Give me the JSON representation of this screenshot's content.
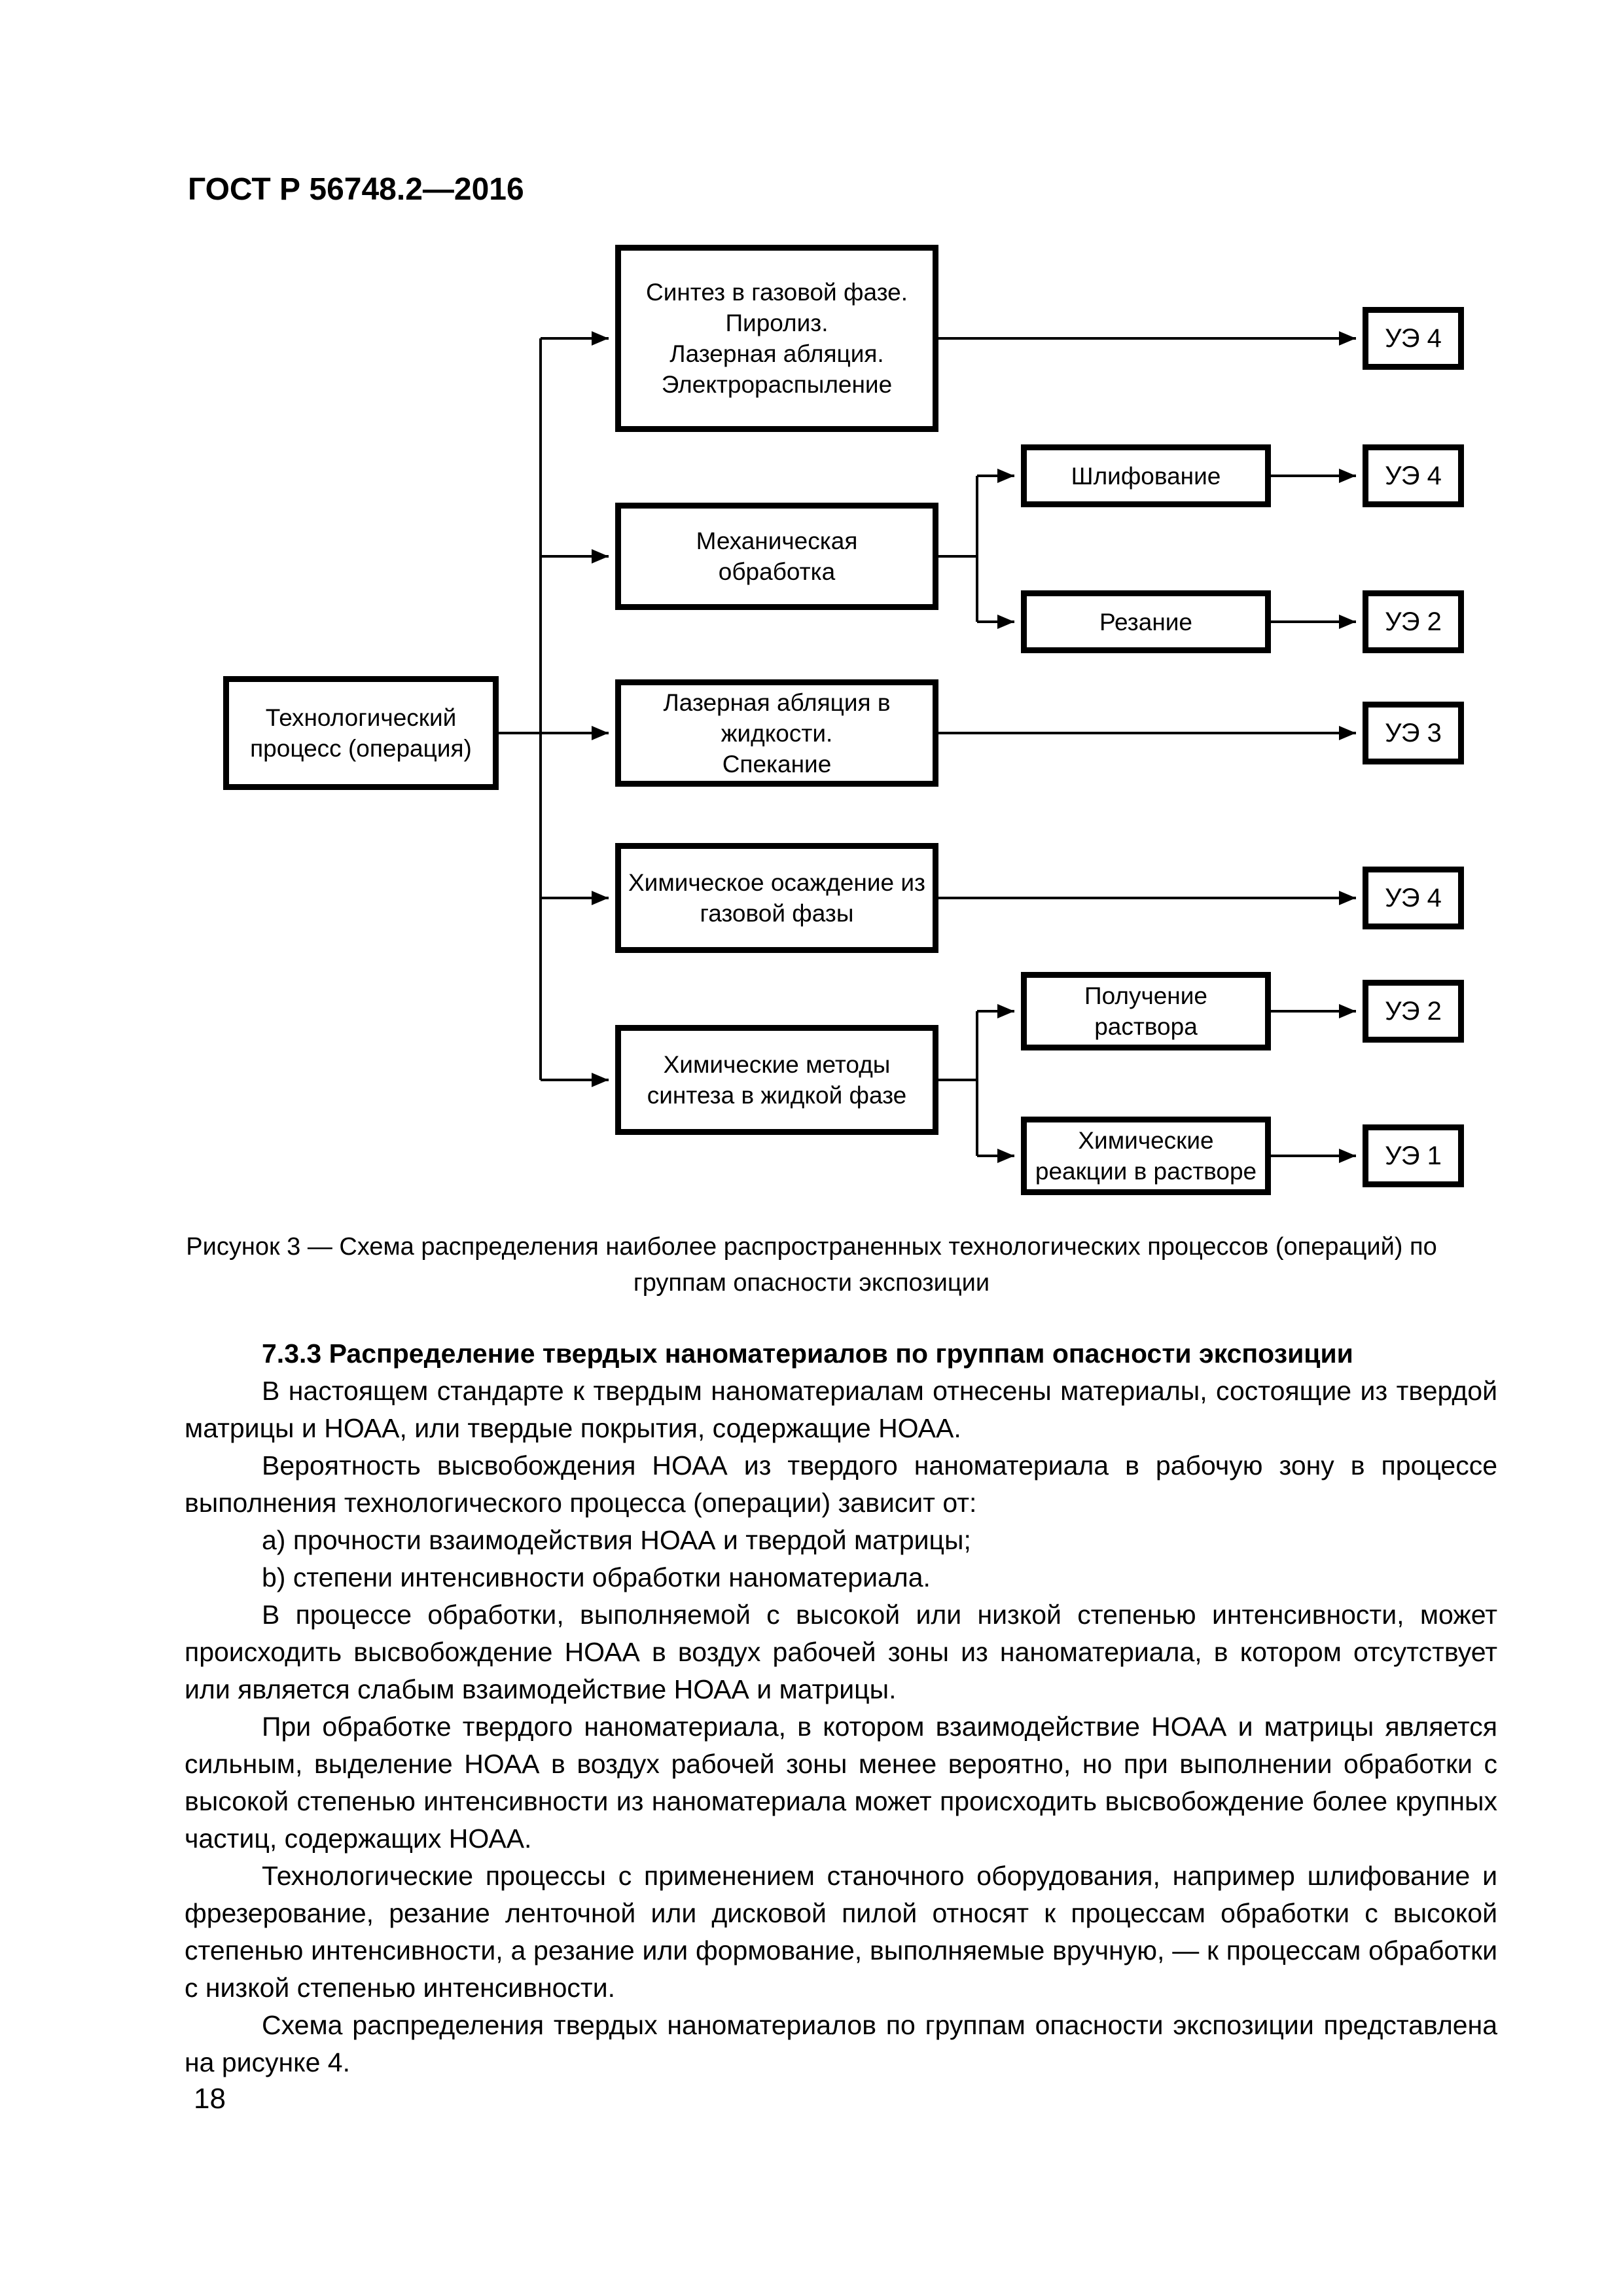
{
  "header": {
    "doc_number": "ГОСТ Р 56748.2—2016"
  },
  "figure3": {
    "root": {
      "label": "Технологический\nпроцесс (операция)"
    },
    "rows": [
      {
        "process": "Синтез в газовой фазе.\nПиролиз.\nЛазерная абляция.\nЭлектрораспыление",
        "ue": "УЭ 4"
      },
      {
        "process": "Механическая\nобработка",
        "children": [
          {
            "process": "Шлифование",
            "ue": "УЭ 4"
          },
          {
            "process": "Резание",
            "ue": "УЭ 2"
          }
        ]
      },
      {
        "process": "Лазерная абляция в\nжидкости.\nСпекание",
        "ue": "УЭ 3"
      },
      {
        "process": "Химическое осаждение из\nгазовой фазы",
        "ue": "УЭ 4"
      },
      {
        "process": "Химические методы\nсинтеза в жидкой фазе",
        "children": [
          {
            "process": "Получение\nраствора",
            "ue": "УЭ 2"
          },
          {
            "process": "Химические\nреакции в растворе",
            "ue": "УЭ 1"
          }
        ]
      }
    ],
    "caption": "Рисунок 3 — Схема распределения наиболее распространенных технологических процессов (операций) по группам опасности экспозиции"
  },
  "section": {
    "heading": "7.3.3  Распределение твердых наноматериалов по группам опасности экспозиции",
    "paragraphs": [
      "В настоящем стандарте к твердым наноматериалам отнесены материалы, состоящие из твердой матрицы и НОАА, или твердые покрытия, содержащие НОАА.",
      "Вероятность высвобождения НОАА из твердого наноматериала в рабочую зону в процессе выполнения технологического процесса (операции) зависит от:",
      "a)  прочности взаимодействия НОАА и твердой матрицы;",
      "b)  степени интенсивности обработки наноматериала.",
      "В процессе обработки, выполняемой с высокой или низкой степенью интенсивности, может происходить высвобождение НОАА в воздух рабочей зоны из наноматериала, в котором отсутствует или является слабым взаимодействие НОАА и матрицы.",
      "При обработке твердого наноматериала, в котором взаимодействие НОАА и матрицы является сильным, выделение НОАА в воздух рабочей зоны менее вероятно, но при выполнении обработки с высокой степенью интенсивности из наноматериала может происходить высвобождение более крупных частиц, содержащих НОАА.",
      "Технологические процессы с применением станочного оборудования, например шлифование и фрезерование, резание ленточной или дисковой пилой относят к процессам обработки с высокой степенью интенсивности, а резание или формование, выполняемые вручную, — к процессам обработки с низкой степенью интенсивности.",
      "Схема распределения твердых наноматериалов по группам опасности экспозиции представлена на рисунке 4."
    ]
  },
  "footer": {
    "page_number": "18"
  }
}
